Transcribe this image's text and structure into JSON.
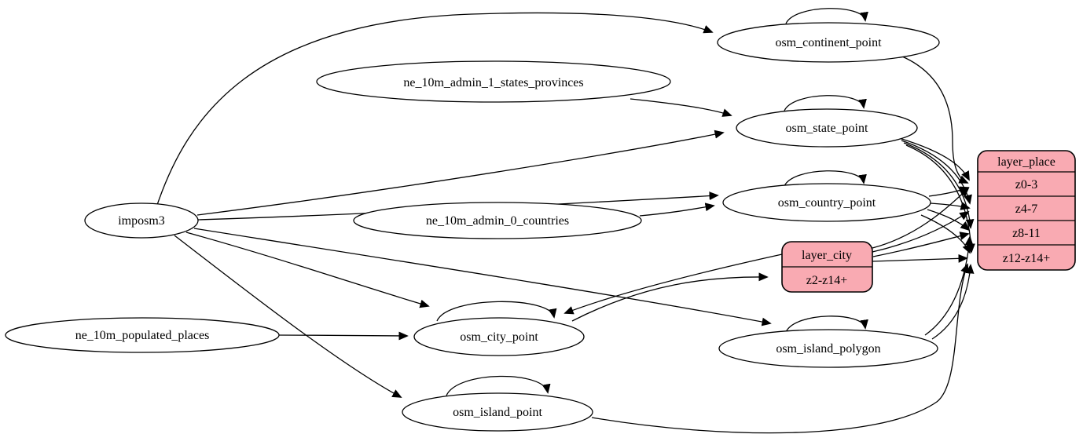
{
  "diagram": {
    "type": "graphviz-etl-graph",
    "background_color": "#ffffff",
    "edge_color": "#000000",
    "node_fill": "#ffffff",
    "record_fill": "#f9aab2",
    "record_stroke": "#000000"
  },
  "nodes": {
    "imposm3": {
      "label": "imposm3",
      "shape": "ellipse"
    },
    "ne_10m_admin_1_states_provinces": {
      "label": "ne_10m_admin_1_states_provinces",
      "shape": "ellipse"
    },
    "ne_10m_admin_0_countries": {
      "label": "ne_10m_admin_0_countries",
      "shape": "ellipse"
    },
    "ne_10m_populated_places": {
      "label": "ne_10m_populated_places",
      "shape": "ellipse"
    },
    "osm_continent_point": {
      "label": "osm_continent_point",
      "shape": "ellipse"
    },
    "osm_state_point": {
      "label": "osm_state_point",
      "shape": "ellipse"
    },
    "osm_country_point": {
      "label": "osm_country_point",
      "shape": "ellipse"
    },
    "osm_city_point": {
      "label": "osm_city_point",
      "shape": "ellipse"
    },
    "osm_island_polygon": {
      "label": "osm_island_polygon",
      "shape": "ellipse"
    },
    "osm_island_point": {
      "label": "osm_island_point",
      "shape": "ellipse"
    }
  },
  "records": {
    "layer_place": {
      "title": "layer_place",
      "rows": [
        "z0-3",
        "z4-7",
        "z8-11",
        "z12-z14+"
      ]
    },
    "layer_city": {
      "title": "layer_city",
      "rows": [
        "z2-z14+"
      ]
    }
  },
  "edges": [
    {
      "from": "imposm3",
      "to": "osm_continent_point"
    },
    {
      "from": "imposm3",
      "to": "osm_state_point"
    },
    {
      "from": "imposm3",
      "to": "osm_country_point"
    },
    {
      "from": "imposm3",
      "to": "osm_city_point"
    },
    {
      "from": "imposm3",
      "to": "osm_island_polygon"
    },
    {
      "from": "imposm3",
      "to": "osm_island_point"
    },
    {
      "from": "ne_10m_admin_1_states_provinces",
      "to": "osm_state_point"
    },
    {
      "from": "ne_10m_admin_0_countries",
      "to": "osm_country_point"
    },
    {
      "from": "ne_10m_populated_places",
      "to": "osm_city_point"
    },
    {
      "from": "osm_continent_point",
      "to": "osm_continent_point"
    },
    {
      "from": "osm_state_point",
      "to": "osm_state_point"
    },
    {
      "from": "osm_country_point",
      "to": "osm_country_point"
    },
    {
      "from": "osm_city_point",
      "to": "osm_city_point"
    },
    {
      "from": "osm_island_polygon",
      "to": "osm_island_polygon"
    },
    {
      "from": "osm_island_point",
      "to": "osm_island_point"
    },
    {
      "from": "osm_city_point",
      "to": "layer_city:z2-z14+"
    },
    {
      "from": "layer_city",
      "to": "osm_city_point"
    },
    {
      "from": "layer_city",
      "to": "layer_place:z0-3"
    },
    {
      "from": "layer_city",
      "to": "layer_place:z4-7"
    },
    {
      "from": "layer_city",
      "to": "layer_place:z8-11"
    },
    {
      "from": "layer_city",
      "to": "layer_place:z12-z14+"
    },
    {
      "from": "osm_state_point",
      "to": "layer_place:z0-3"
    },
    {
      "from": "osm_state_point",
      "to": "layer_place:z4-7"
    },
    {
      "from": "osm_state_point",
      "to": "layer_place:z8-11"
    },
    {
      "from": "osm_state_point",
      "to": "layer_place:z12-z14+"
    },
    {
      "from": "osm_country_point",
      "to": "layer_place:z0-3"
    },
    {
      "from": "osm_country_point",
      "to": "layer_place:z4-7"
    },
    {
      "from": "osm_country_point",
      "to": "layer_place:z8-11"
    },
    {
      "from": "osm_country_point",
      "to": "layer_place:z12-z14+"
    },
    {
      "from": "osm_continent_point",
      "to": "layer_place:z0-3"
    },
    {
      "from": "osm_island_polygon",
      "to": "layer_place:z8-11"
    },
    {
      "from": "osm_island_polygon",
      "to": "layer_place:z12-z14+"
    },
    {
      "from": "osm_island_point",
      "to": "layer_place:z12-z14+"
    }
  ]
}
